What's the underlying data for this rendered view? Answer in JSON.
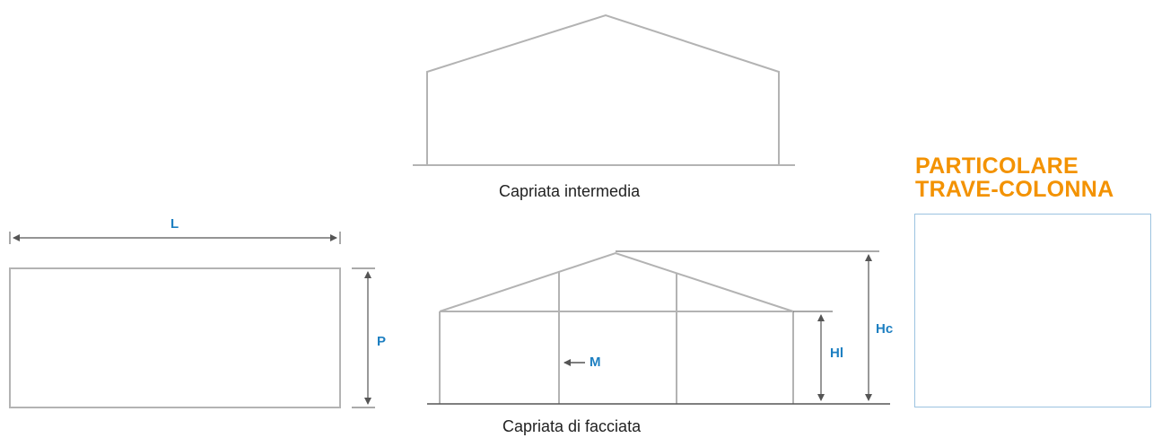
{
  "captions": {
    "intermediate_truss": "Capriata intermedia",
    "facade_truss": "Capriata di facciata"
  },
  "dimensions": {
    "length": "L",
    "depth": "P",
    "modulus": "M",
    "eave_height": "Hl",
    "ridge_height": "Hc"
  },
  "detail": {
    "title_line1": "PARTICOLARE",
    "title_line2": "TRAVE-COLONNA"
  },
  "colors": {
    "frame": "#b3b3b3",
    "dimension_line": "#555555",
    "dimension_label": "#1d7fc1",
    "title": "#f39200",
    "detail_border": "#9cc3e0",
    "metal": "#8e8e8e"
  }
}
